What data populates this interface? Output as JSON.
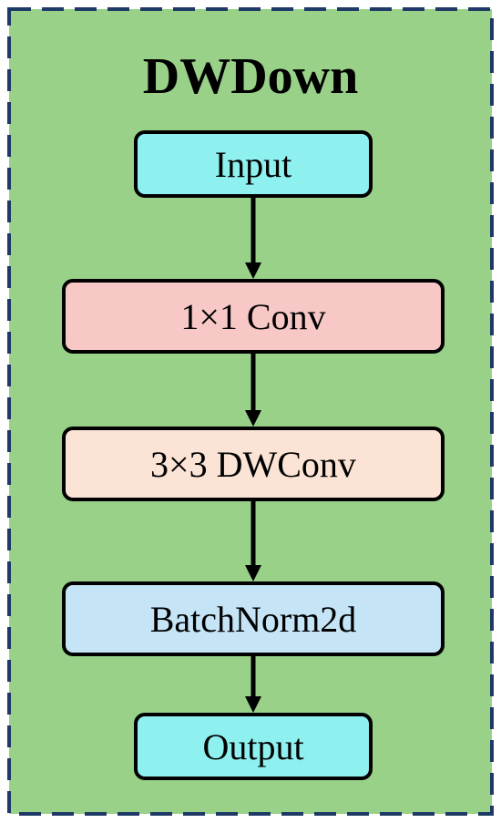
{
  "title": "DWDown",
  "nodes": [
    {
      "id": "input",
      "label": "Input",
      "fill": "#8ef1ef"
    },
    {
      "id": "conv1x1",
      "label": "1×1 Conv",
      "fill": "#f7c8c6"
    },
    {
      "id": "dwconv3x3",
      "label": "3×3 DWConv",
      "fill": "#fbe4d6"
    },
    {
      "id": "batchnorm",
      "label": "BatchNorm2d",
      "fill": "#c5e5f7"
    },
    {
      "id": "output",
      "label": "Output",
      "fill": "#8ef1ef"
    }
  ],
  "edges": [
    {
      "from": "input",
      "to": "conv1x1"
    },
    {
      "from": "conv1x1",
      "to": "dwconv3x3"
    },
    {
      "from": "dwconv3x3",
      "to": "batchnorm"
    },
    {
      "from": "batchnorm",
      "to": "output"
    }
  ],
  "colors": {
    "panel_fill": "#99d189",
    "panel_border": "#1f3a66",
    "arrow": "#000000",
    "box_border": "#000000"
  }
}
